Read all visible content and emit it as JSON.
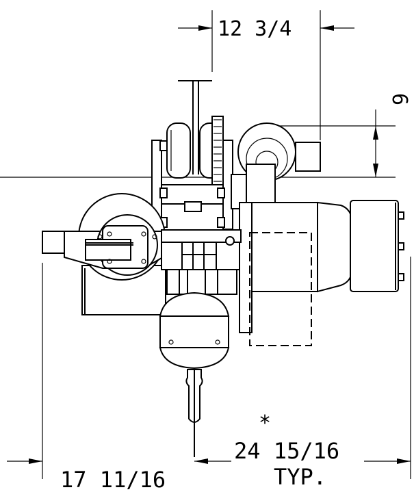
{
  "dimensions": {
    "top_width": "12 3/4",
    "side_height": "6",
    "bottom_left": "17 11/16",
    "bottom_right": "24 15/16",
    "bottom_right_note": "TYP.",
    "asterisk": "*"
  }
}
